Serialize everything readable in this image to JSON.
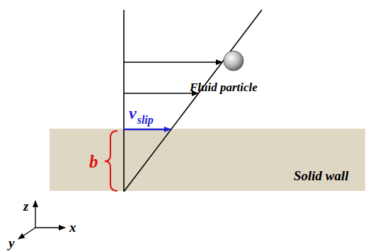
{
  "diagram": {
    "nodes": [
      {
        "text": [
          "Solid wall"
        ]
      }
    ],
    "labels": [
      "Fluid particle",
      "v",
      "slip",
      "b",
      "z",
      "x",
      "y"
    ]
  }
}
